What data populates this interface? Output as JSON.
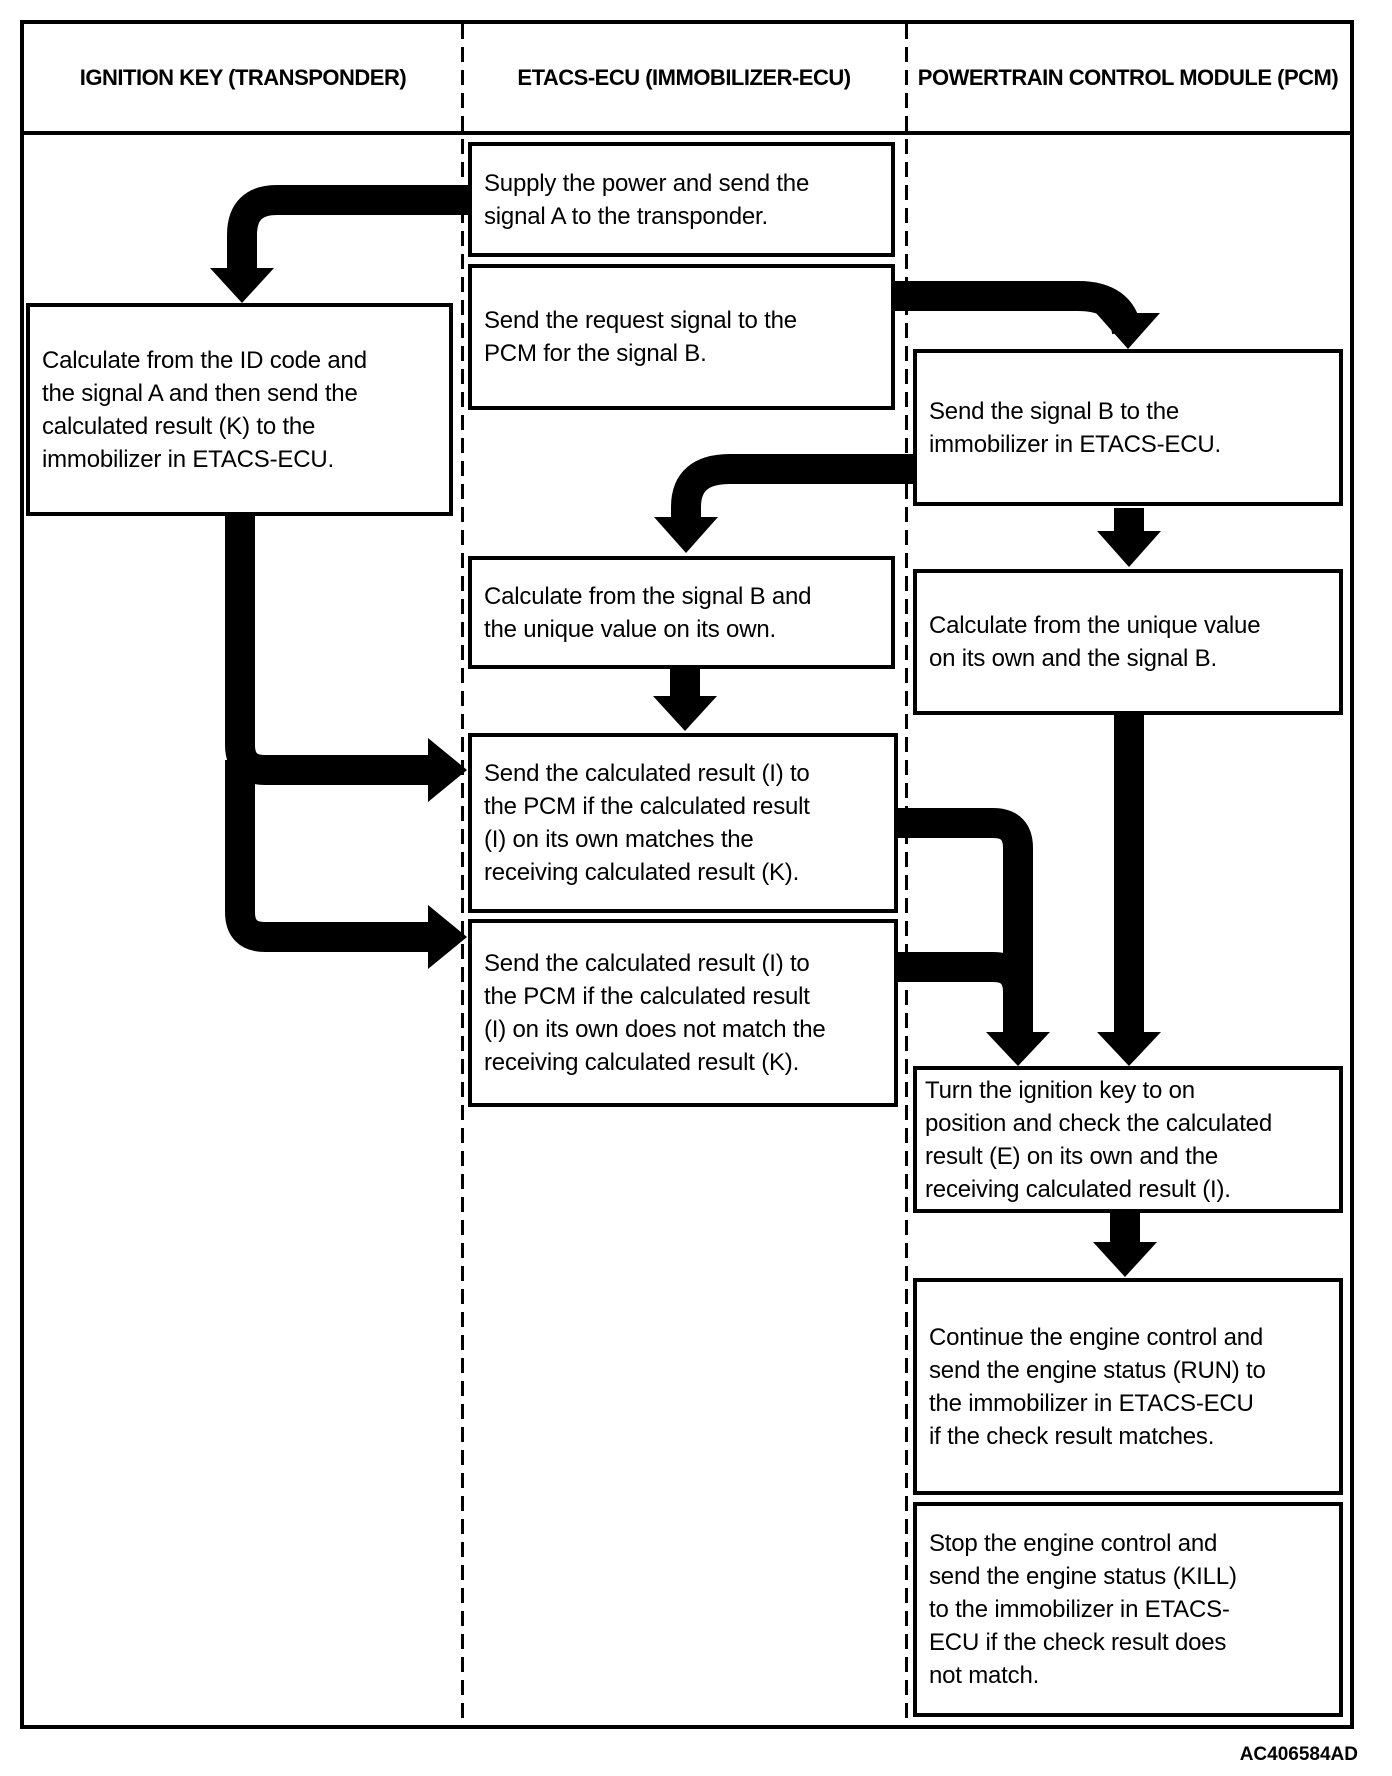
{
  "header": {
    "columns": [
      {
        "id": "key",
        "label": "IGNITION KEY (TRANSPONDER)"
      },
      {
        "id": "etacs",
        "label": "ETACS-ECU (IMMOBILIZER-ECU)"
      },
      {
        "id": "pcm",
        "label": "POWERTRAIN CONTROL MODULE (PCM)"
      }
    ]
  },
  "nodes": [
    {
      "id": "key-calculate",
      "lane": "key",
      "text": "Calculate from the ID code and\nthe signal A and then send the\ncalculated result (K) to the\nimmobilizer in ETACS-ECU."
    },
    {
      "id": "ecu-supply-power",
      "lane": "etacs",
      "text": "Supply the power and send the\nsignal A to the transponder."
    },
    {
      "id": "ecu-request-signal",
      "lane": "etacs",
      "text": "Send the request signal to the\nPCM for the signal B."
    },
    {
      "id": "ecu-calculate-signal-b",
      "lane": "etacs",
      "text": "Calculate from the signal B and\nthe unique value on its own."
    },
    {
      "id": "ecu-send-result-match",
      "lane": "etacs",
      "text": "Send the calculated result (I) to\nthe PCM if the calculated result\n(I) on its own matches the\nreceiving calculated result (K)."
    },
    {
      "id": "ecu-send-result-no-match",
      "lane": "etacs",
      "text": "Send the calculated result (I) to\nthe PCM if the calculated result\n(I) on its own does not match the\nreceiving calculated result (K)."
    },
    {
      "id": "pcm-send-signal-b",
      "lane": "pcm",
      "text": "Send the signal B to the\nimmobilizer in ETACS-ECU."
    },
    {
      "id": "pcm-calculate-unique",
      "lane": "pcm",
      "text": "Calculate from the unique value\non its own and the signal B."
    },
    {
      "id": "pcm-turn-ignition",
      "lane": "pcm",
      "text": "Turn the ignition key to on\nposition and check the calculated\nresult (E) on its own and the\nreceiving calculated result (I)."
    },
    {
      "id": "pcm-continue-engine",
      "lane": "pcm",
      "text": "Continue the engine control and\nsend the engine status (RUN) to\nthe immobilizer in ETACS-ECU\nif the check result matches."
    },
    {
      "id": "pcm-stop-engine",
      "lane": "pcm",
      "text": "Stop the engine control and\nsend the engine status (KILL)\nto the immobilizer in ETACS-\nECU if the check result does\nnot match."
    }
  ],
  "edges": [
    {
      "from": "ecu-supply-power",
      "to": "key-calculate"
    },
    {
      "from": "ecu-request-signal",
      "to": "pcm-send-signal-b"
    },
    {
      "from": "pcm-send-signal-b",
      "to": "ecu-calculate-signal-b"
    },
    {
      "from": "pcm-send-signal-b",
      "to": "pcm-calculate-unique"
    },
    {
      "from": "ecu-calculate-signal-b",
      "to": "ecu-send-result-match"
    },
    {
      "from": "key-calculate",
      "to": "ecu-send-result-match"
    },
    {
      "from": "key-calculate",
      "to": "ecu-send-result-no-match"
    },
    {
      "from": "ecu-send-result-match",
      "to": "pcm-turn-ignition"
    },
    {
      "from": "ecu-send-result-no-match",
      "to": "pcm-turn-ignition"
    },
    {
      "from": "pcm-calculate-unique",
      "to": "pcm-turn-ignition"
    },
    {
      "from": "pcm-turn-ignition",
      "to": "pcm-continue-engine"
    }
  ],
  "footer": {
    "code": "AC406584AD"
  },
  "colors": {
    "ink": "#000000",
    "paper": "#ffffff"
  }
}
